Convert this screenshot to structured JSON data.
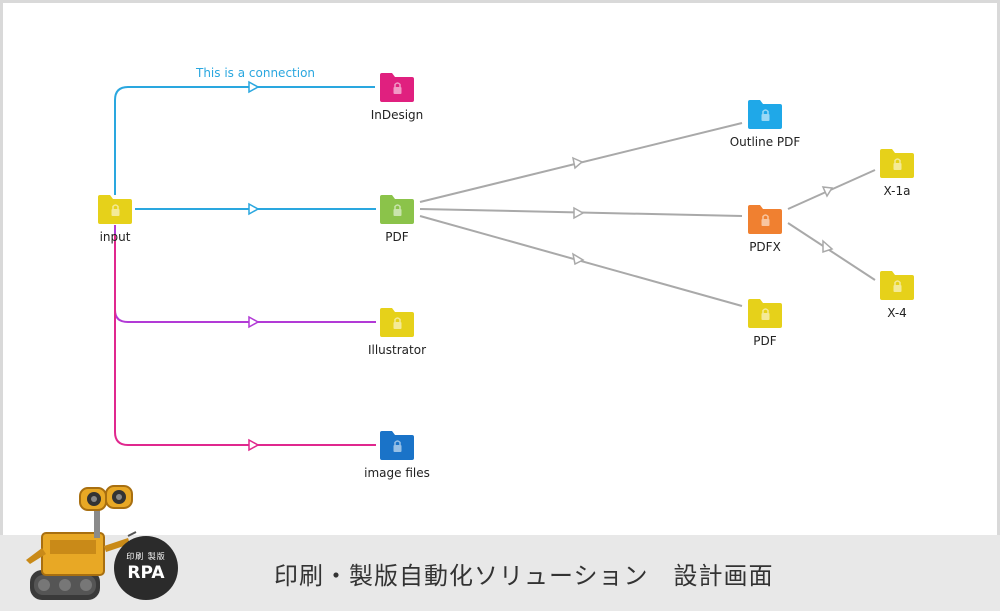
{
  "canvas": {
    "connection_label": "This is a connection",
    "nodes": [
      {
        "id": "input",
        "label": "input",
        "color": "#e6d11a"
      },
      {
        "id": "indesign",
        "label": "InDesign",
        "color": "#e0207f"
      },
      {
        "id": "pdf",
        "label": "PDF",
        "color": "#8bc34a"
      },
      {
        "id": "illustrator",
        "label": "Illustrator",
        "color": "#e6d11a"
      },
      {
        "id": "image_files",
        "label": "image files",
        "color": "#1a73c8"
      },
      {
        "id": "outline_pdf",
        "label": "Outline PDF",
        "color": "#1fa8e8"
      },
      {
        "id": "pdfx",
        "label": "PDFX",
        "color": "#f08030"
      },
      {
        "id": "pdf2",
        "label": "PDF",
        "color": "#e6d11a"
      },
      {
        "id": "x1a",
        "label": "X-1a",
        "color": "#e6d11a"
      },
      {
        "id": "x4",
        "label": "X-4",
        "color": "#e6d11a"
      }
    ],
    "connection_colors": {
      "blue": "#2aa7df",
      "purple": "#b23ad6",
      "magenta": "#e0288e",
      "gray": "#a9a9a9"
    }
  },
  "footer": {
    "title": "印刷・製版自動化ソリューション　設計画面",
    "badge_small": "印刷 製版",
    "badge_big": "RPA"
  }
}
